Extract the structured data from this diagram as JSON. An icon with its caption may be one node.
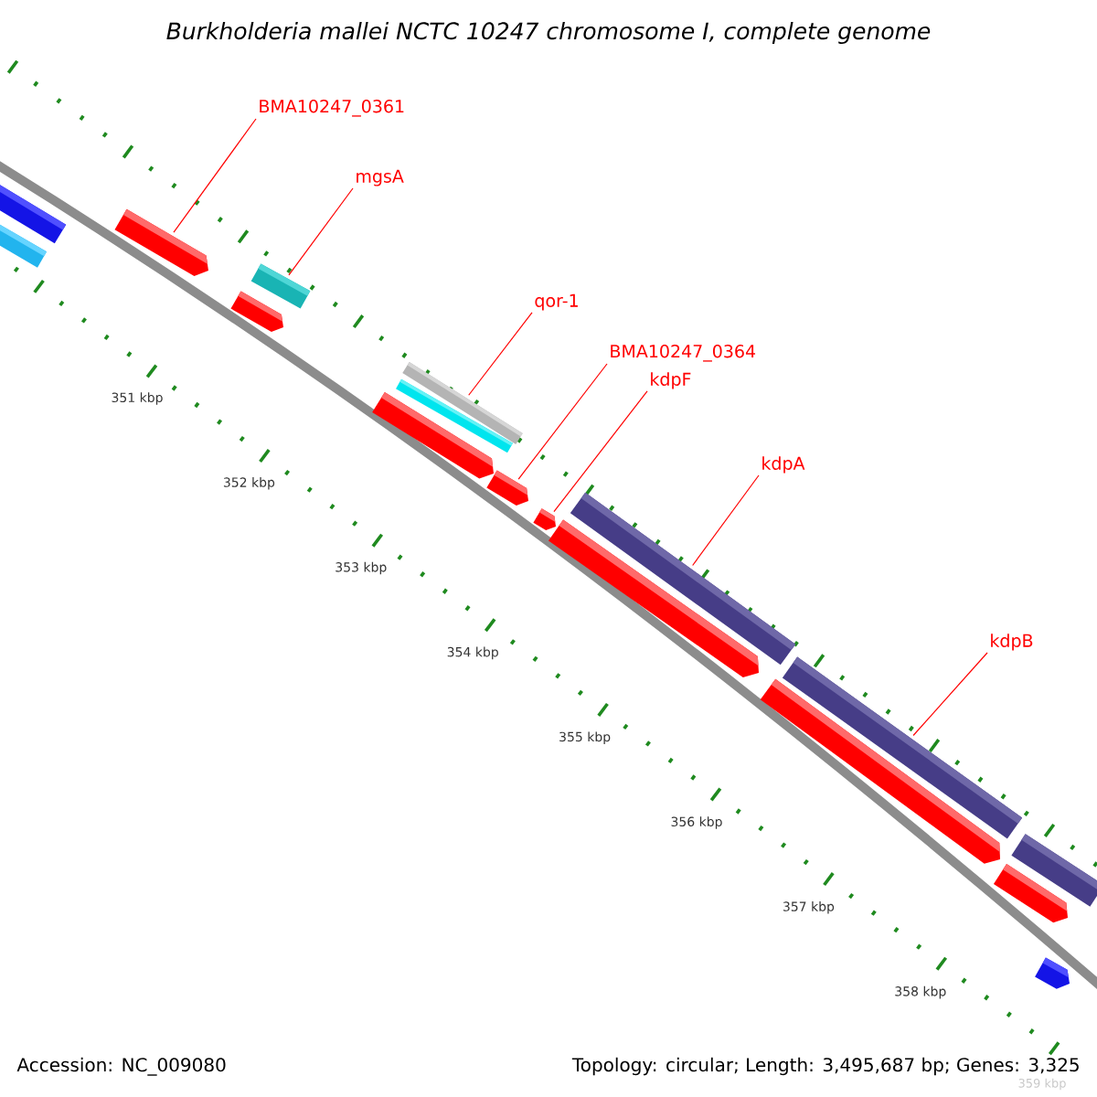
{
  "diagram": {
    "title": "Burkholderia mallei NCTC 10247 chromosome I, complete genome",
    "nodes": [
      {
        "text": [
          "BMA10247_0361"
        ]
      },
      {
        "text": [
          "mgsA"
        ]
      },
      {
        "text": [
          "qor-1"
        ]
      },
      {
        "text": [
          "BMA10247_0364"
        ]
      },
      {
        "text": [
          "kdpF"
        ]
      },
      {
        "text": [
          "kdpA"
        ]
      },
      {
        "text": [
          "kdpB"
        ]
      },
      {
        "text": [],
        "shape": "bar"
      },
      {
        "text": [],
        "shape": "bar"
      },
      {
        "text": [],
        "shape": "pentagon"
      },
      {
        "text": [],
        "shape": "pentagon"
      },
      {
        "text": [],
        "shape": "bar"
      },
      {
        "text": [],
        "shape": "pentagon"
      },
      {
        "text": [],
        "shape": "bar"
      },
      {
        "text": [],
        "shape": "bar"
      },
      {
        "text": [],
        "shape": "pentagon"
      },
      {
        "text": [],
        "shape": "pentagon"
      },
      {
        "text": [],
        "shape": "pentagon"
      },
      {
        "text": [],
        "shape": "bar"
      },
      {
        "text": [],
        "shape": "pentagon"
      },
      {
        "text": [],
        "shape": "bar"
      },
      {
        "text": [],
        "shape": "pentagon"
      },
      {
        "text": [],
        "shape": "bar"
      },
      {
        "text": [],
        "shape": "pentagon"
      }
    ],
    "edges": [
      {
        "from": 0,
        "to": 9,
        "arrow": "none"
      },
      {
        "from": 1,
        "to": 11,
        "arrow": "none"
      },
      {
        "from": 2,
        "to": 14,
        "arrow": "none"
      },
      {
        "from": 3,
        "to": 15,
        "arrow": "none"
      },
      {
        "from": 4,
        "to": 16,
        "arrow": "none"
      },
      {
        "from": 5,
        "to": 18,
        "arrow": "none"
      },
      {
        "from": 6,
        "to": 20,
        "arrow": "none"
      }
    ],
    "labels": [
      "351 kbp",
      "352 kbp",
      "353 kbp",
      "354 kbp",
      "355 kbp",
      "356 kbp",
      "357 kbp",
      "358 kbp",
      "359 kbp",
      "Accession: NC_009080",
      "Topology: circular; Length: 3,495,687 bp; Genes: 3,325"
    ]
  }
}
